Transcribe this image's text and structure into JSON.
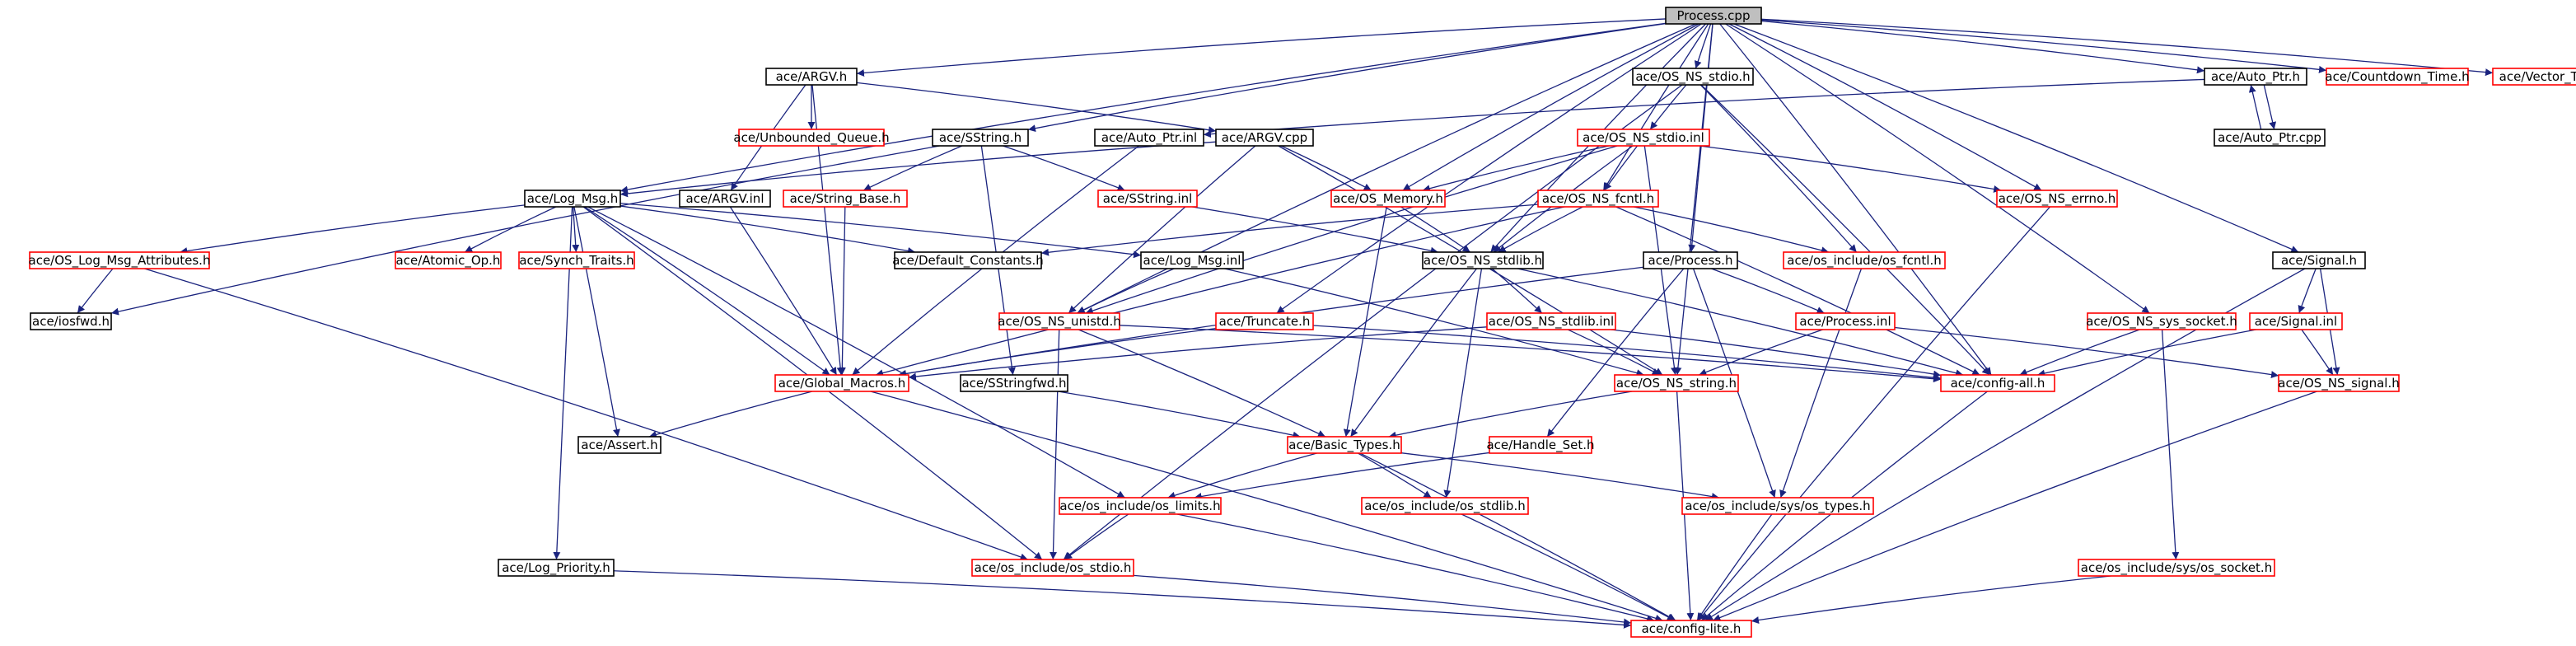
{
  "colors": {
    "edge": "#1a237e",
    "root_fill": "#bfbfbf",
    "root_border": "#000000",
    "black_border": "#000000",
    "red_border": "#ff0000",
    "text": "#000000",
    "background": "#ffffff"
  },
  "graph": {
    "root": "Process.cpp",
    "nodes": [
      {
        "id": "process_cpp",
        "label": "Process.cpp",
        "style": "root"
      },
      {
        "id": "argv_h",
        "label": "ace/ARGV.h",
        "style": "black"
      },
      {
        "id": "os_ns_stdio_h",
        "label": "ace/OS_NS_stdio.h",
        "style": "black"
      },
      {
        "id": "auto_ptr_h",
        "label": "ace/Auto_Ptr.h",
        "style": "black"
      },
      {
        "id": "countdown_time_h",
        "label": "ace/Countdown_Time.h",
        "style": "red"
      },
      {
        "id": "vector_t_h",
        "label": "ace/Vector_T.h",
        "style": "red"
      },
      {
        "id": "unbounded_queue_h",
        "label": "ace/Unbounded_Queue.h",
        "style": "red"
      },
      {
        "id": "sstring_h",
        "label": "ace/SString.h",
        "style": "black"
      },
      {
        "id": "auto_ptr_inl",
        "label": "ace/Auto_Ptr.inl",
        "style": "black"
      },
      {
        "id": "argv_cpp",
        "label": "ace/ARGV.cpp",
        "style": "black"
      },
      {
        "id": "os_ns_stdio_inl",
        "label": "ace/OS_NS_stdio.inl",
        "style": "red"
      },
      {
        "id": "auto_ptr_cpp",
        "label": "ace/Auto_Ptr.cpp",
        "style": "black"
      },
      {
        "id": "log_msg_h",
        "label": "ace/Log_Msg.h",
        "style": "black"
      },
      {
        "id": "argv_inl",
        "label": "ace/ARGV.inl",
        "style": "black"
      },
      {
        "id": "string_base_h",
        "label": "ace/String_Base.h",
        "style": "red"
      },
      {
        "id": "sstring_inl",
        "label": "ace/SString.inl",
        "style": "red"
      },
      {
        "id": "os_memory_h",
        "label": "ace/OS_Memory.h",
        "style": "red"
      },
      {
        "id": "os_ns_fcntl_h",
        "label": "ace/OS_NS_fcntl.h",
        "style": "red"
      },
      {
        "id": "os_ns_errno_h",
        "label": "ace/OS_NS_errno.h",
        "style": "red"
      },
      {
        "id": "os_log_msg_attributes_h",
        "label": "ace/OS_Log_Msg_Attributes.h",
        "style": "red"
      },
      {
        "id": "atomic_op_h",
        "label": "ace/Atomic_Op.h",
        "style": "red"
      },
      {
        "id": "synch_traits_h",
        "label": "ace/Synch_Traits.h",
        "style": "red"
      },
      {
        "id": "default_constants_h",
        "label": "ace/Default_Constants.h",
        "style": "black"
      },
      {
        "id": "log_msg_inl",
        "label": "ace/Log_Msg.inl",
        "style": "black"
      },
      {
        "id": "os_ns_stdlib_h",
        "label": "ace/OS_NS_stdlib.h",
        "style": "black"
      },
      {
        "id": "process_h",
        "label": "ace/Process.h",
        "style": "black"
      },
      {
        "id": "os_include_os_fcntl_h",
        "label": "ace/os_include/os_fcntl.h",
        "style": "red"
      },
      {
        "id": "signal_h",
        "label": "ace/Signal.h",
        "style": "black"
      },
      {
        "id": "iosfwd_h",
        "label": "ace/iosfwd.h",
        "style": "black"
      },
      {
        "id": "os_ns_unistd_h",
        "label": "ace/OS_NS_unistd.h",
        "style": "red"
      },
      {
        "id": "truncate_h",
        "label": "ace/Truncate.h",
        "style": "red"
      },
      {
        "id": "os_ns_stdlib_inl",
        "label": "ace/OS_NS_stdlib.inl",
        "style": "red"
      },
      {
        "id": "process_inl",
        "label": "ace/Process.inl",
        "style": "red"
      },
      {
        "id": "os_ns_sys_socket_h",
        "label": "ace/OS_NS_sys_socket.h",
        "style": "red"
      },
      {
        "id": "signal_inl",
        "label": "ace/Signal.inl",
        "style": "red"
      },
      {
        "id": "global_macros_h",
        "label": "ace/Global_Macros.h",
        "style": "red"
      },
      {
        "id": "sstringfwd_h",
        "label": "ace/SStringfwd.h",
        "style": "black"
      },
      {
        "id": "os_ns_string_h",
        "label": "ace/OS_NS_string.h",
        "style": "red"
      },
      {
        "id": "config_all_h",
        "label": "ace/config-all.h",
        "style": "red"
      },
      {
        "id": "os_ns_signal_h",
        "label": "ace/OS_NS_signal.h",
        "style": "red"
      },
      {
        "id": "assert_h",
        "label": "ace/Assert.h",
        "style": "black"
      },
      {
        "id": "basic_types_h",
        "label": "ace/Basic_Types.h",
        "style": "red"
      },
      {
        "id": "handle_set_h",
        "label": "ace/Handle_Set.h",
        "style": "red"
      },
      {
        "id": "os_include_os_limits_h",
        "label": "ace/os_include/os_limits.h",
        "style": "red"
      },
      {
        "id": "os_include_os_stdlib_h",
        "label": "ace/os_include/os_stdlib.h",
        "style": "red"
      },
      {
        "id": "os_include_sys_os_types_h",
        "label": "ace/os_include/sys/os_types.h",
        "style": "red"
      },
      {
        "id": "log_priority_h",
        "label": "ace/Log_Priority.h",
        "style": "black"
      },
      {
        "id": "os_include_os_stdio_h",
        "label": "ace/os_include/os_stdio.h",
        "style": "red"
      },
      {
        "id": "os_include_sys_os_socket_h",
        "label": "ace/os_include/sys/os_socket.h",
        "style": "red"
      },
      {
        "id": "config_lite_h",
        "label": "ace/config-lite.h",
        "style": "red"
      }
    ],
    "edges": [
      {
        "from": "process_cpp",
        "to": "argv_h"
      },
      {
        "from": "process_cpp",
        "to": "os_ns_stdio_h"
      },
      {
        "from": "process_cpp",
        "to": "auto_ptr_h"
      },
      {
        "from": "process_cpp",
        "to": "countdown_time_h"
      },
      {
        "from": "process_cpp",
        "to": "vector_t_h"
      },
      {
        "from": "process_cpp",
        "to": "sstring_h"
      },
      {
        "from": "process_cpp",
        "to": "log_msg_h"
      },
      {
        "from": "process_cpp",
        "to": "os_memory_h"
      },
      {
        "from": "process_cpp",
        "to": "os_ns_fcntl_h"
      },
      {
        "from": "process_cpp",
        "to": "os_ns_errno_h"
      },
      {
        "from": "process_cpp",
        "to": "os_ns_stdlib_h"
      },
      {
        "from": "process_cpp",
        "to": "process_h"
      },
      {
        "from": "process_cpp",
        "to": "signal_h"
      },
      {
        "from": "process_cpp",
        "to": "os_ns_unistd_h"
      },
      {
        "from": "process_cpp",
        "to": "truncate_h"
      },
      {
        "from": "process_cpp",
        "to": "os_ns_sys_socket_h"
      },
      {
        "from": "process_cpp",
        "to": "os_ns_string_h"
      },
      {
        "from": "process_cpp",
        "to": "config_all_h"
      },
      {
        "from": "argv_h",
        "to": "unbounded_queue_h"
      },
      {
        "from": "argv_h",
        "to": "argv_cpp"
      },
      {
        "from": "argv_h",
        "to": "argv_inl"
      },
      {
        "from": "argv_h",
        "to": "global_macros_h"
      },
      {
        "from": "argv_cpp",
        "to": "log_msg_h"
      },
      {
        "from": "argv_cpp",
        "to": "os_memory_h"
      },
      {
        "from": "argv_cpp",
        "to": "os_ns_unistd_h"
      },
      {
        "from": "argv_cpp",
        "to": "os_ns_string_h"
      },
      {
        "from": "argv_inl",
        "to": "global_macros_h"
      },
      {
        "from": "os_ns_stdio_h",
        "to": "os_ns_stdio_inl"
      },
      {
        "from": "os_ns_stdio_h",
        "to": "os_include_os_stdio_h"
      },
      {
        "from": "os_ns_stdio_h",
        "to": "os_include_os_fcntl_h"
      },
      {
        "from": "os_ns_stdio_h",
        "to": "config_all_h"
      },
      {
        "from": "os_ns_stdio_inl",
        "to": "os_memory_h"
      },
      {
        "from": "os_ns_stdio_inl",
        "to": "os_ns_fcntl_h"
      },
      {
        "from": "os_ns_stdio_inl",
        "to": "os_ns_errno_h"
      },
      {
        "from": "os_ns_stdio_inl",
        "to": "os_ns_stdlib_h"
      },
      {
        "from": "os_ns_stdio_inl",
        "to": "os_ns_unistd_h"
      },
      {
        "from": "os_ns_stdio_inl",
        "to": "os_ns_string_h"
      },
      {
        "from": "auto_ptr_h",
        "to": "auto_ptr_cpp"
      },
      {
        "from": "auto_ptr_h",
        "to": "auto_ptr_inl"
      },
      {
        "from": "auto_ptr_cpp",
        "to": "auto_ptr_h"
      },
      {
        "from": "auto_ptr_inl",
        "to": "global_macros_h"
      },
      {
        "from": "sstring_h",
        "to": "string_base_h"
      },
      {
        "from": "sstring_h",
        "to": "sstring_inl"
      },
      {
        "from": "sstring_h",
        "to": "sstringfwd_h"
      },
      {
        "from": "sstring_h",
        "to": "iosfwd_h"
      },
      {
        "from": "sstring_inl",
        "to": "os_ns_stdlib_h"
      },
      {
        "from": "string_base_h",
        "to": "global_macros_h"
      },
      {
        "from": "log_msg_h",
        "to": "os_log_msg_attributes_h"
      },
      {
        "from": "log_msg_h",
        "to": "atomic_op_h"
      },
      {
        "from": "log_msg_h",
        "to": "synch_traits_h"
      },
      {
        "from": "log_msg_h",
        "to": "default_constants_h"
      },
      {
        "from": "log_msg_h",
        "to": "log_msg_inl"
      },
      {
        "from": "log_msg_h",
        "to": "global_macros_h"
      },
      {
        "from": "log_msg_h",
        "to": "assert_h"
      },
      {
        "from": "log_msg_h",
        "to": "log_priority_h"
      },
      {
        "from": "log_msg_h",
        "to": "os_include_os_limits_h"
      },
      {
        "from": "log_msg_h",
        "to": "os_include_os_stdio_h"
      },
      {
        "from": "log_msg_inl",
        "to": "os_ns_string_h"
      },
      {
        "from": "log_msg_inl",
        "to": "os_ns_unistd_h"
      },
      {
        "from": "os_log_msg_attributes_h",
        "to": "iosfwd_h"
      },
      {
        "from": "os_log_msg_attributes_h",
        "to": "os_include_os_stdio_h"
      },
      {
        "from": "os_memory_h",
        "to": "os_ns_stdlib_h"
      },
      {
        "from": "os_memory_h",
        "to": "basic_types_h"
      },
      {
        "from": "os_ns_fcntl_h",
        "to": "os_include_os_fcntl_h"
      },
      {
        "from": "os_ns_fcntl_h",
        "to": "os_ns_stdlib_h"
      },
      {
        "from": "os_ns_fcntl_h",
        "to": "default_constants_h"
      },
      {
        "from": "os_ns_fcntl_h",
        "to": "global_macros_h"
      },
      {
        "from": "os_ns_fcntl_h",
        "to": "config_all_h"
      },
      {
        "from": "os_ns_errno_h",
        "to": "config_lite_h"
      },
      {
        "from": "os_ns_stdlib_h",
        "to": "os_ns_stdlib_inl"
      },
      {
        "from": "os_ns_stdlib_h",
        "to": "basic_types_h"
      },
      {
        "from": "os_ns_stdlib_h",
        "to": "os_include_os_stdlib_h"
      },
      {
        "from": "os_ns_stdlib_h",
        "to": "config_all_h"
      },
      {
        "from": "os_ns_stdlib_inl",
        "to": "os_ns_string_h"
      },
      {
        "from": "os_ns_stdlib_inl",
        "to": "global_macros_h"
      },
      {
        "from": "os_ns_stdlib_inl",
        "to": "config_all_h"
      },
      {
        "from": "os_ns_unistd_h",
        "to": "basic_types_h"
      },
      {
        "from": "os_ns_unistd_h",
        "to": "config_all_h"
      },
      {
        "from": "os_ns_unistd_h",
        "to": "os_include_os_stdio_h"
      },
      {
        "from": "truncate_h",
        "to": "global_macros_h"
      },
      {
        "from": "truncate_h",
        "to": "config_all_h"
      },
      {
        "from": "process_h",
        "to": "process_inl"
      },
      {
        "from": "process_h",
        "to": "handle_set_h"
      },
      {
        "from": "process_h",
        "to": "global_macros_h"
      },
      {
        "from": "process_h",
        "to": "os_include_sys_os_types_h"
      },
      {
        "from": "process_inl",
        "to": "os_ns_string_h"
      },
      {
        "from": "process_inl",
        "to": "os_ns_signal_h"
      },
      {
        "from": "os_include_os_fcntl_h",
        "to": "os_include_sys_os_types_h"
      },
      {
        "from": "signal_h",
        "to": "signal_inl"
      },
      {
        "from": "signal_h",
        "to": "os_ns_signal_h"
      },
      {
        "from": "signal_h",
        "to": "config_lite_h"
      },
      {
        "from": "signal_inl",
        "to": "os_ns_signal_h"
      },
      {
        "from": "signal_inl",
        "to": "config_all_h"
      },
      {
        "from": "os_ns_sys_socket_h",
        "to": "os_include_sys_os_socket_h"
      },
      {
        "from": "os_ns_sys_socket_h",
        "to": "config_all_h"
      },
      {
        "from": "os_ns_signal_h",
        "to": "config_lite_h"
      },
      {
        "from": "global_macros_h",
        "to": "assert_h"
      },
      {
        "from": "global_macros_h",
        "to": "config_lite_h"
      },
      {
        "from": "sstringfwd_h",
        "to": "basic_types_h"
      },
      {
        "from": "os_ns_string_h",
        "to": "basic_types_h"
      },
      {
        "from": "os_ns_string_h",
        "to": "config_lite_h"
      },
      {
        "from": "config_all_h",
        "to": "config_lite_h"
      },
      {
        "from": "basic_types_h",
        "to": "os_include_os_limits_h"
      },
      {
        "from": "basic_types_h",
        "to": "os_include_os_stdlib_h"
      },
      {
        "from": "basic_types_h",
        "to": "os_include_sys_os_types_h"
      },
      {
        "from": "basic_types_h",
        "to": "config_lite_h"
      },
      {
        "from": "handle_set_h",
        "to": "os_include_os_limits_h"
      },
      {
        "from": "os_include_os_limits_h",
        "to": "os_include_os_stdio_h"
      },
      {
        "from": "os_include_os_limits_h",
        "to": "config_lite_h"
      },
      {
        "from": "os_include_os_stdlib_h",
        "to": "config_lite_h"
      },
      {
        "from": "os_include_sys_os_types_h",
        "to": "config_lite_h"
      },
      {
        "from": "log_priority_h",
        "to": "config_lite_h"
      },
      {
        "from": "os_include_os_stdio_h",
        "to": "config_lite_h"
      },
      {
        "from": "os_include_sys_os_socket_h",
        "to": "config_lite_h"
      }
    ]
  }
}
